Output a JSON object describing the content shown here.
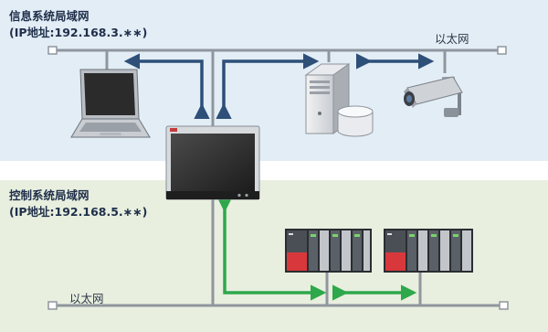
{
  "info_network": {
    "title": "信息系统局域网",
    "ip": "(IP地址:192.168.3.∗∗)",
    "ethernet_label": "以太网",
    "zone_color": "#e3edf6",
    "arrow_color": "#2d4f78"
  },
  "control_network": {
    "title": "控制系统局域网",
    "ip": "(IP地址:192.168.5.∗∗)",
    "ethernet_label": "以太网",
    "zone_color": "#e8efdf",
    "arrow_color": "#2ea84a"
  },
  "devices": [
    {
      "name": "laptop",
      "icon": "laptop-icon"
    },
    {
      "name": "server",
      "icon": "server-icon"
    },
    {
      "name": "camera",
      "icon": "security-camera-icon"
    },
    {
      "name": "hmi",
      "icon": "hmi-panel-icon"
    },
    {
      "name": "plc-1",
      "icon": "plc-rack-icon"
    },
    {
      "name": "plc-2",
      "icon": "plc-rack-icon"
    }
  ]
}
